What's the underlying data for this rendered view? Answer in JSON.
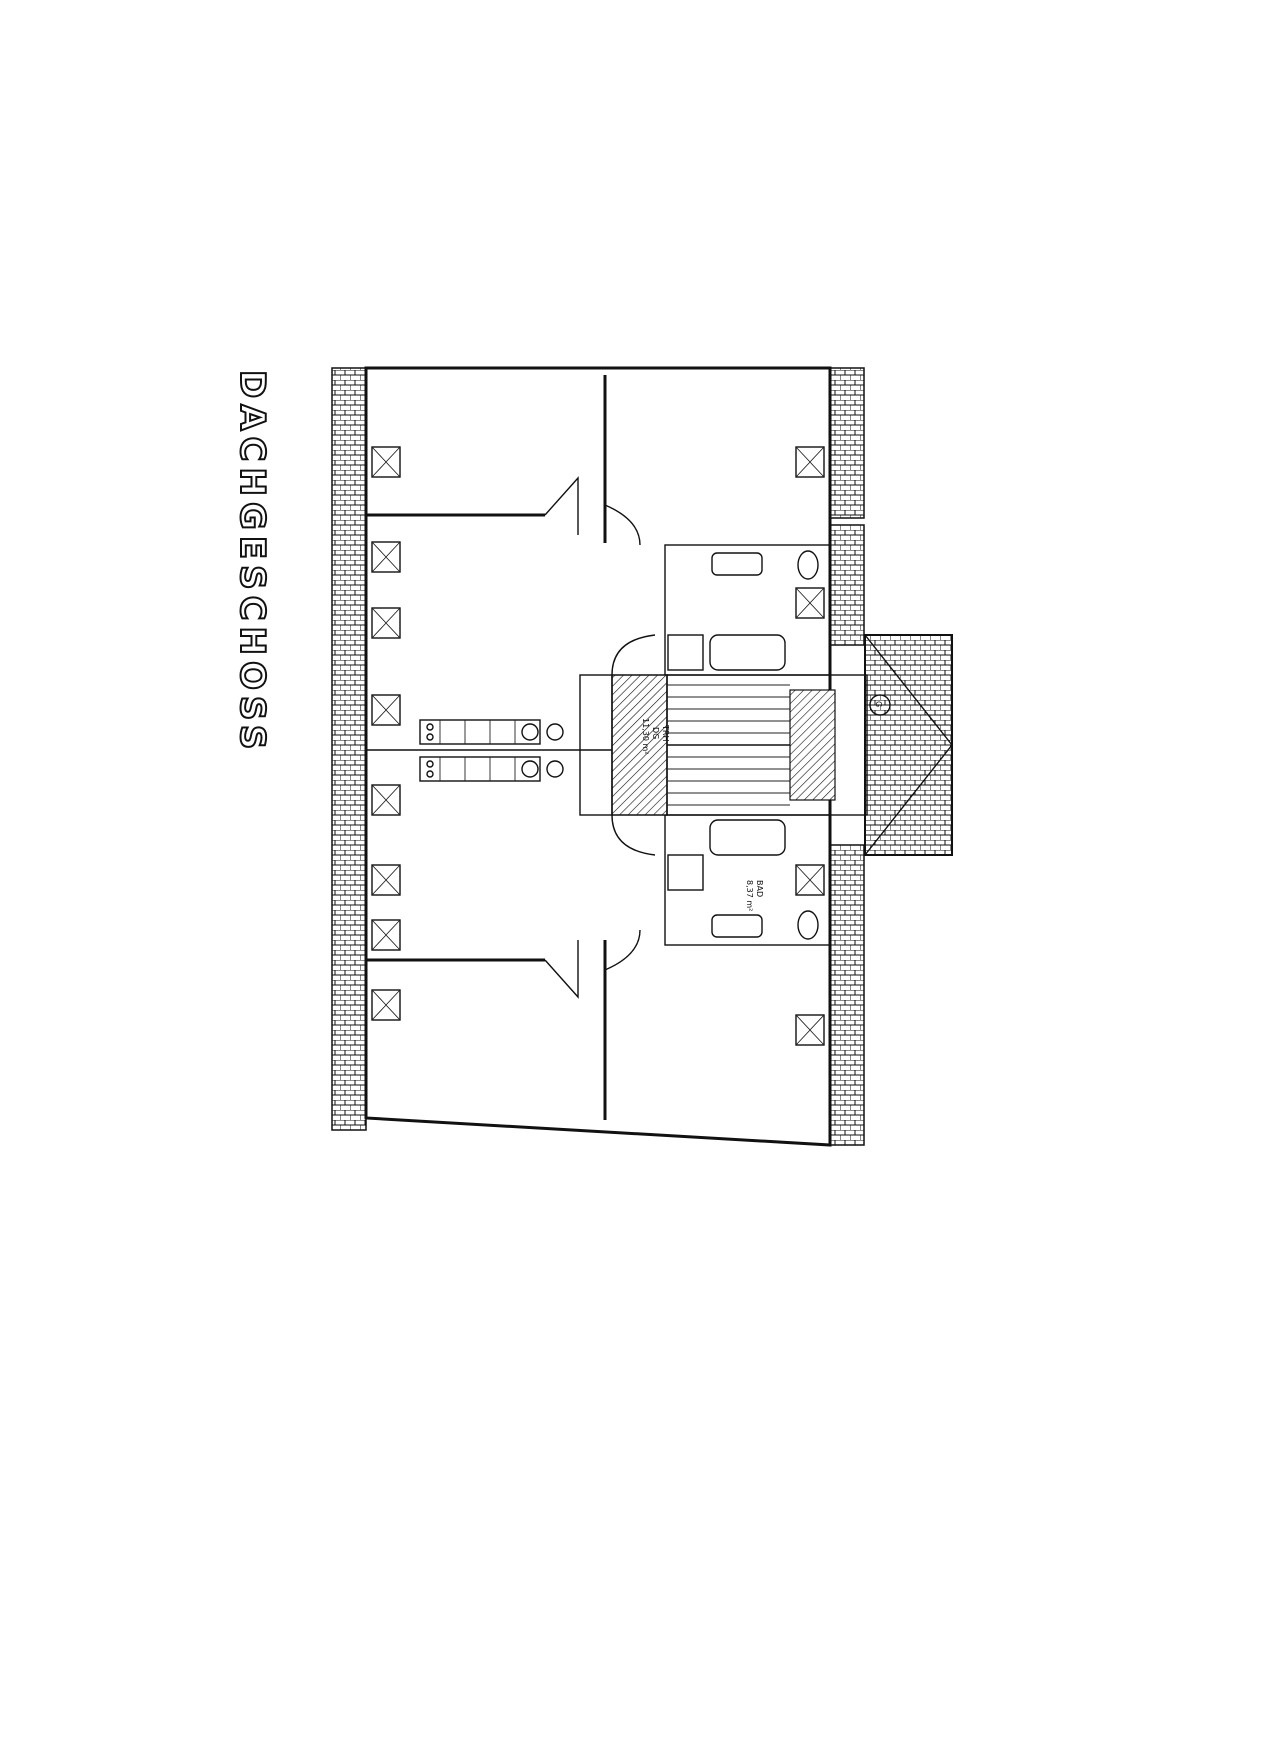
{
  "floor_title": "DACHGESCHOSS",
  "rooms": {
    "stairwell_label": "TRH",
    "stairwell_sub": "DG",
    "stairwell_area": "11,30 m²",
    "bath_label": "BAD",
    "bath_area": "8,37 m²"
  },
  "stair_marker": "G",
  "colors": {
    "line": "#111111",
    "background": "#ffffff"
  }
}
